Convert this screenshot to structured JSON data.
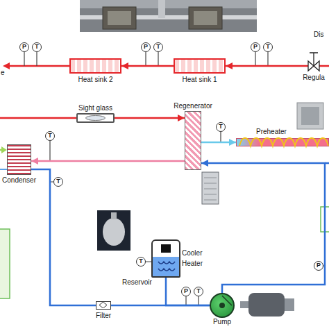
{
  "diagram": {
    "nodes": [
      {
        "text": [
          "P"
        ]
      },
      {
        "text": [
          "T"
        ]
      },
      {
        "text": [
          "Heat sink 2"
        ]
      },
      {
        "text": [
          "P"
        ]
      },
      {
        "text": [
          "T"
        ]
      },
      {
        "text": [
          "Heat sink 1"
        ]
      },
      {
        "text": [
          "P"
        ]
      },
      {
        "text": [
          "T"
        ]
      },
      {
        "text": [
          "Regula"
        ]
      },
      {
        "text": [
          "Sight glass"
        ]
      },
      {
        "text": [
          "Regenerator"
        ]
      },
      {
        "text": [
          "T"
        ]
      },
      {
        "text": [
          "Preheater"
        ]
      },
      {
        "text": [
          "T"
        ]
      },
      {
        "text": [
          "Condenser"
        ]
      },
      {
        "text": [
          "T"
        ]
      },
      {
        "text": [
          "Cooler",
          "Heater",
          "Reservoir"
        ]
      },
      {
        "text": [
          "T"
        ]
      },
      {
        "text": [
          "Filter"
        ]
      },
      {
        "text": [
          "P"
        ]
      },
      {
        "text": [
          "T"
        ]
      },
      {
        "text": [
          "Pump"
        ]
      },
      {
        "text": [
          "P"
        ]
      }
    ],
    "edges": [
      {
        "from": 8,
        "to": 5,
        "arrow": "to"
      },
      {
        "from": 5,
        "to": 2,
        "arrow": "to"
      },
      {
        "from": 9,
        "to": 10,
        "arrow": "to"
      },
      {
        "from": 10,
        "to": 12,
        "arrow": "to"
      },
      {
        "from": 10,
        "to": 14,
        "arrow": "to"
      },
      {
        "from": 14,
        "to": 18,
        "arrow": "none"
      },
      {
        "from": 18,
        "to": 21,
        "arrow": "none"
      },
      {
        "from": 16,
        "to": 21,
        "arrow": "none"
      },
      {
        "from": 21,
        "to": 10,
        "arrow": "to"
      }
    ],
    "labels": [
      "Dis",
      "e"
    ]
  }
}
